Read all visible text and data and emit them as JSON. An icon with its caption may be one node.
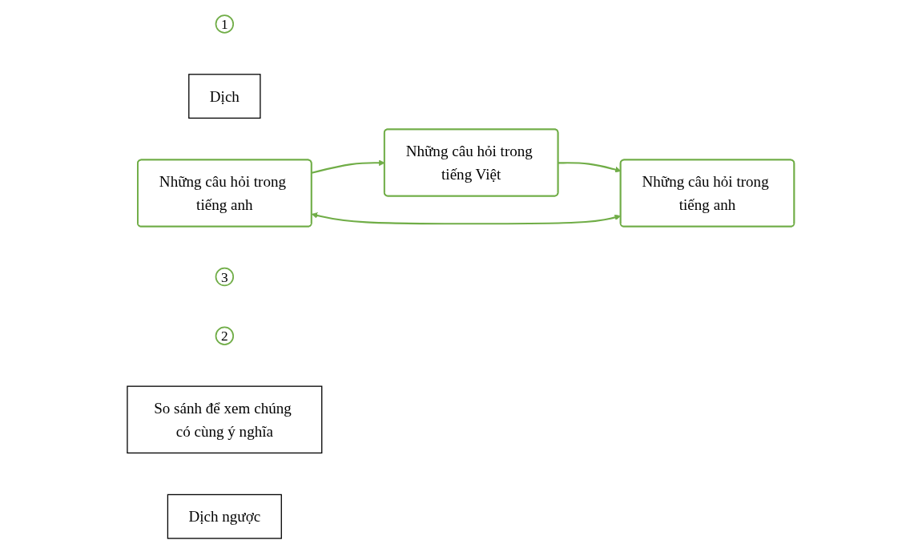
{
  "diagram": {
    "nodes": [
      {
        "text": [
          "1"
        ]
      },
      {
        "text": [
          "Dịch"
        ]
      },
      {
        "text": [
          "Những câu hỏi trong tiếng anh"
        ]
      },
      {
        "text": [
          "Những câu hỏi trong tiếng Việt"
        ]
      },
      {
        "text": [
          "3"
        ]
      },
      {
        "text": [
          "2"
        ]
      },
      {
        "text": [
          "So sánh để xem chúng có cùng ý nghĩa"
        ]
      },
      {
        "text": [
          "Dịch ngược"
        ]
      },
      {
        "text": [
          "Những câu hỏi trong tiếng anh"
        ]
      }
    ],
    "edges": [
      {
        "from": 2,
        "to": 3,
        "arrow": "to"
      },
      {
        "from": 3,
        "to": 8,
        "arrow": "to"
      },
      {
        "from": 8,
        "to": 2,
        "arrow": "both"
      }
    ]
  }
}
